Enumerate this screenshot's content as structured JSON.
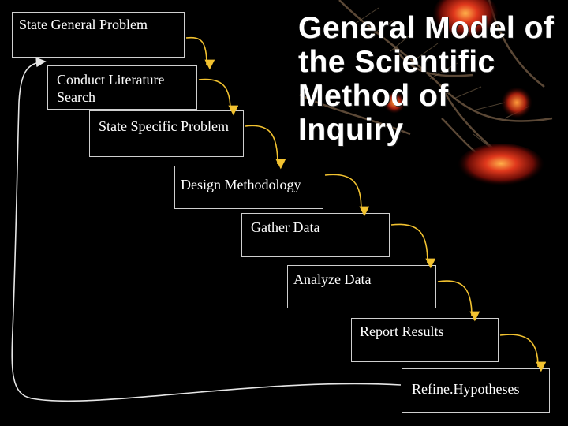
{
  "title": {
    "lines": [
      "General Model of",
      "the Scientific",
      "Method of",
      "Inquiry"
    ]
  },
  "steps": [
    {
      "label": "State General Problem"
    },
    {
      "label": "Conduct Literature",
      "label2": "Search"
    },
    {
      "label": "State Specific Problem"
    },
    {
      "label": "Design Methodology"
    },
    {
      "label": "Gather Data"
    },
    {
      "label": "Analyze Data"
    },
    {
      "label": "Report Results"
    },
    {
      "label": "Refine.Hypotheses"
    }
  ],
  "colors": {
    "background": "#000000",
    "text": "#ffffff",
    "box_border": "#cfcfcf",
    "arrow": "#f2c230",
    "feedback_arrow": "#e6e6e6"
  }
}
